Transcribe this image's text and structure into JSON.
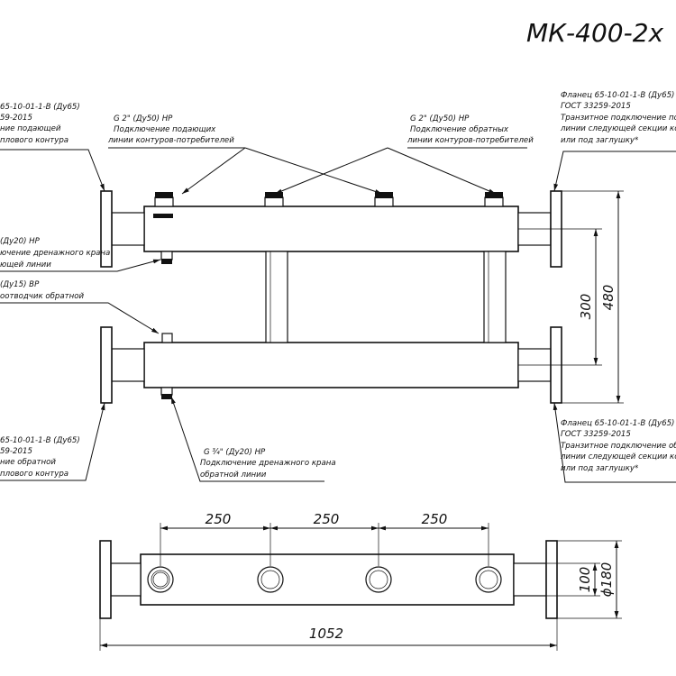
{
  "title": "МК-400-2х",
  "callouts": {
    "top_left": [
      "65-10-01-1-В (Ду65)",
      "59-2015",
      "ние подающей",
      "плового контура"
    ],
    "g2_supply": [
      "G 2\" (Ду50) НР",
      "Подключение подающих",
      "линии контуров-потребителей"
    ],
    "g2_return": [
      "G 2\" (Ду50) НР",
      "Подключение обратных",
      "линии контуров-потребителей"
    ],
    "top_right": [
      "Фланец 65-10-01-1-В (Ду65)",
      "ГОСТ 33259-2015",
      "Транзитное подключение подаю",
      "линии следующей секции колл",
      "или под заглушку*"
    ],
    "drain_supply": [
      "(Ду20) НР",
      "ючение дренажного крана",
      "ющей линии"
    ],
    "air_vent": [
      "(Ду15) ВР",
      "оотводчик обратной"
    ],
    "bottom_left": [
      "65-10-01-1-В (Ду65)",
      "59-2015",
      "ние обратной",
      "плового контура"
    ],
    "drain_return": [
      "G ¾\" (Ду20) НР",
      "Подключение дренажного крана",
      "обратной линии"
    ],
    "bottom_right": [
      "Фланец 65-10-01-1-В (Ду65)",
      "ГОСТ 33259-2015",
      "Транзитное подключение обр",
      "линии следующей секции колл",
      "или под заглушку*"
    ]
  },
  "dimensions": {
    "spacing_1": "250",
    "spacing_2": "250",
    "spacing_3": "250",
    "total_length": "1052",
    "pipe_spacing": "300",
    "overall_height": "480",
    "pipe_height": "100",
    "flange_diameter": "ϕ180"
  }
}
